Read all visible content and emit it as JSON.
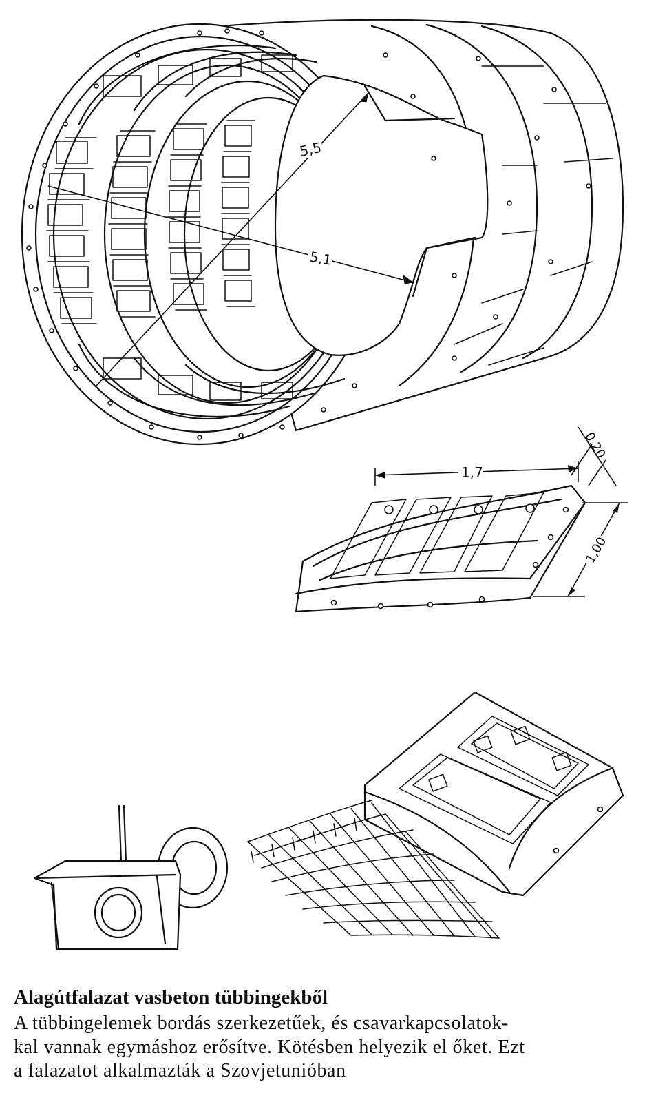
{
  "figure": {
    "labels": {
      "tunnel_outer_diameter": "5,5",
      "tunnel_inner_diameter": "5,1",
      "segment_width": "1,7",
      "segment_thickness": "0,20",
      "segment_length": "1,00"
    }
  },
  "caption": {
    "title": "Alagútfalazat vasbeton tübbingekből",
    "lines": [
      "A tübbingelemek bordás szerkezetűek, és csavarkapcsolatok-",
      "kal vannak egymáshoz erősítve. Kötésben helyezik el őket. Ezt",
      "a falazatot alkalmazták a Szovjetunióban"
    ]
  }
}
